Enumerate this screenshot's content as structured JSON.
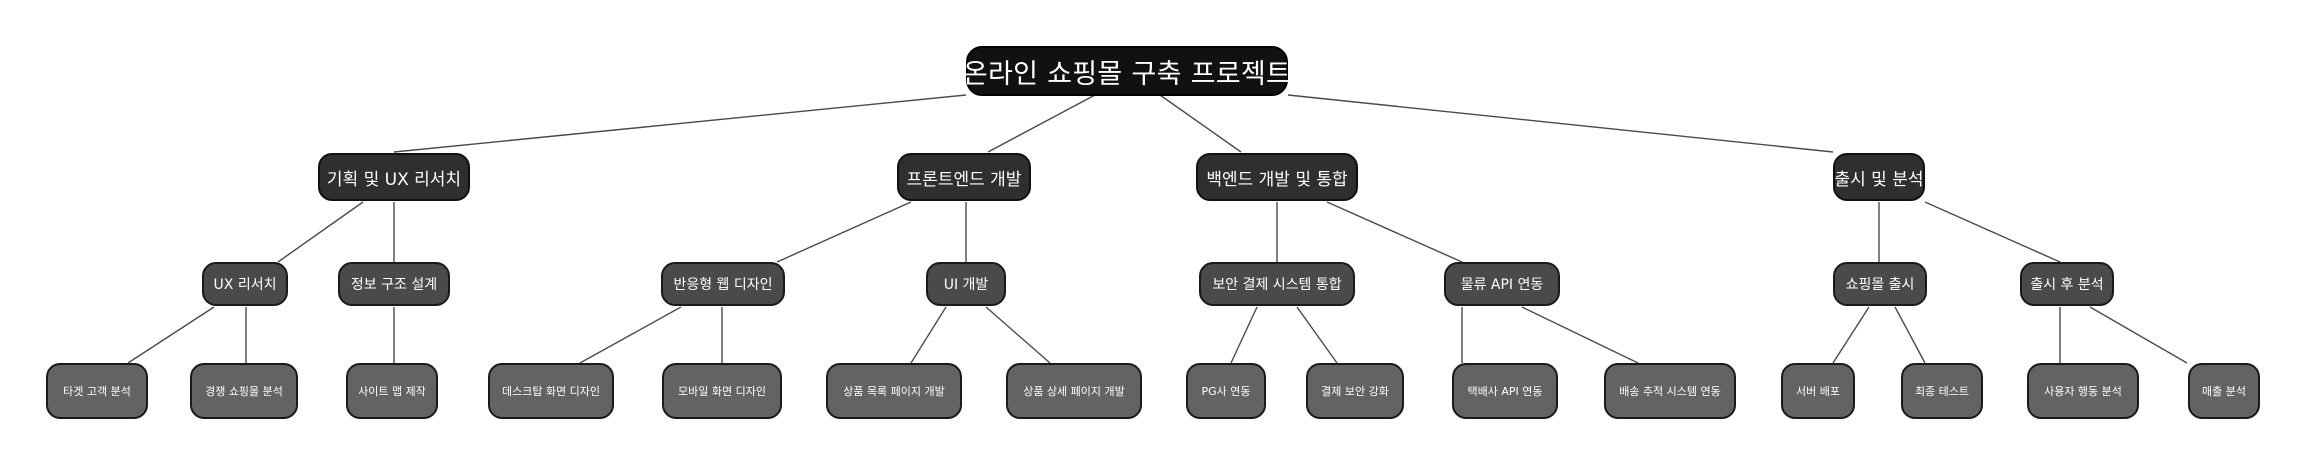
{
  "diagram": {
    "root": "온라인 쇼핑몰 구축 프로젝트",
    "branches": [
      {
        "label": "기획 및 UX 리서치",
        "children": [
          {
            "label": "UX 리서치",
            "children": [
              "타겟 고객 분석",
              "경쟁 쇼핑몰 분석"
            ]
          },
          {
            "label": "정보 구조 설계",
            "children": [
              "사이트 맵 제작"
            ]
          }
        ]
      },
      {
        "label": "프론트엔드 개발",
        "children": [
          {
            "label": "반응형 웹 디자인",
            "children": [
              "데스크탑 화면 디자인",
              "모바일 화면 디자인"
            ]
          },
          {
            "label": "UI 개발",
            "children": [
              "상품 목록 페이지 개발",
              "상품 상세 페이지 개발"
            ]
          }
        ]
      },
      {
        "label": "백엔드 개발 및 통합",
        "children": [
          {
            "label": "보안 결제 시스템 통합",
            "children": [
              "PG사 연동",
              "결제 보안 강화"
            ]
          },
          {
            "label": "물류 API 연동",
            "children": [
              "택배사 API 연동",
              "배송 추적 시스템 연동"
            ]
          }
        ]
      },
      {
        "label": "출시 및 분석",
        "children": [
          {
            "label": "쇼핑몰 출시",
            "children": [
              "서버 배포",
              "최종 테스트"
            ]
          },
          {
            "label": "출시 후 분석",
            "children": [
              "사용자 행동 분석",
              "매출 분석"
            ]
          }
        ]
      }
    ]
  }
}
